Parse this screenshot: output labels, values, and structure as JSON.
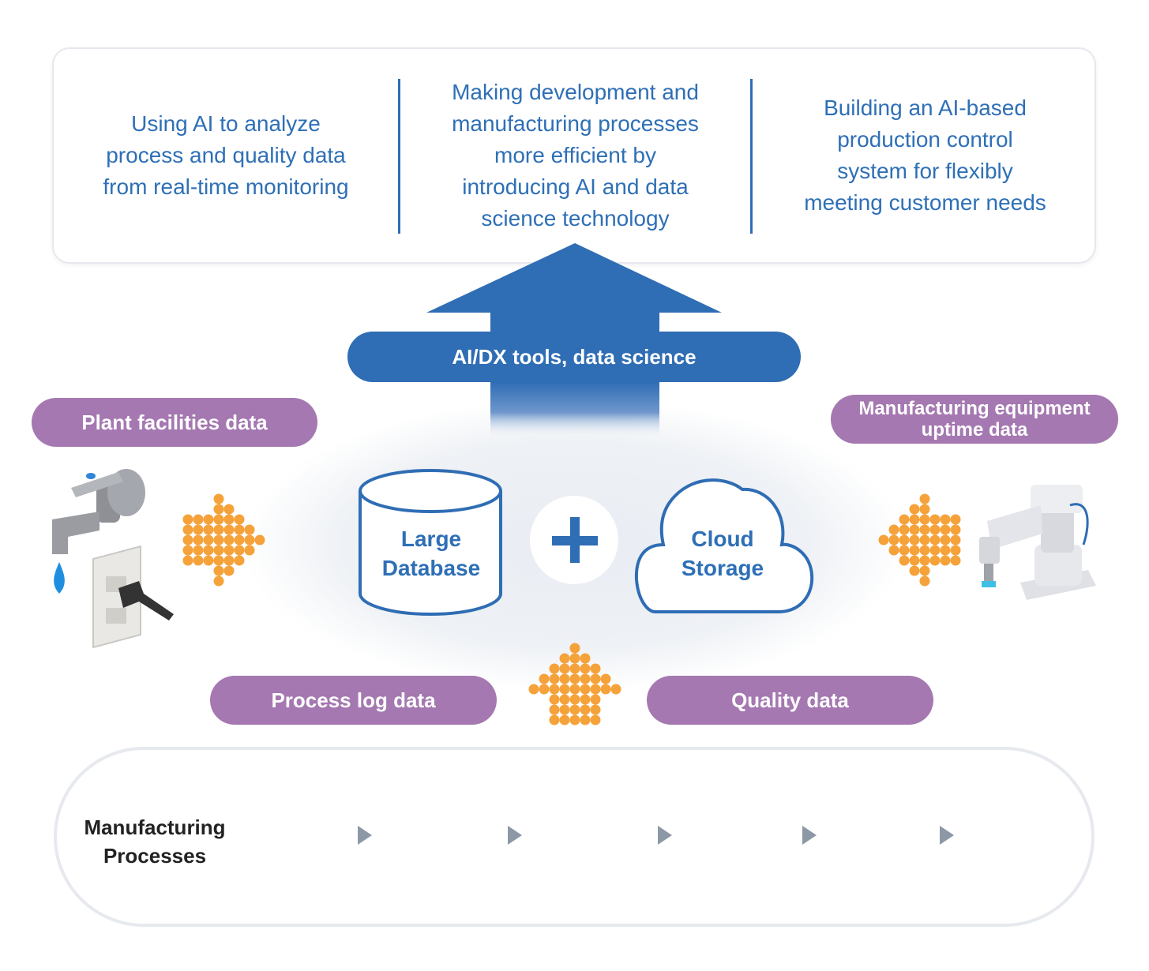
{
  "goals": [
    "Using AI to analyze\nprocess and quality data\nfrom real-time monitoring",
    "Making development and\nmanufacturing processes\nmore efficient by\nintroducing AI and data\nscience technology",
    "Building an AI-based\nproduction control\nsystem for flexibly\nmeeting customer needs"
  ],
  "ai_tools_label": "AI/DX tools, data science",
  "sources": {
    "plant": "Plant facilities data",
    "equipment": "Manufacturing equipment\nuptime data",
    "process_log": "Process log data",
    "quality": "Quality data"
  },
  "center": {
    "database": "Large\nDatabase",
    "cloud": "Cloud\nStorage"
  },
  "manufacturing": {
    "label": "Manufacturing\nProcesses"
  },
  "colors": {
    "primary_blue": "#2f6db4",
    "pill_purple": "#a578b1",
    "dot_orange": "#f5a23a"
  }
}
